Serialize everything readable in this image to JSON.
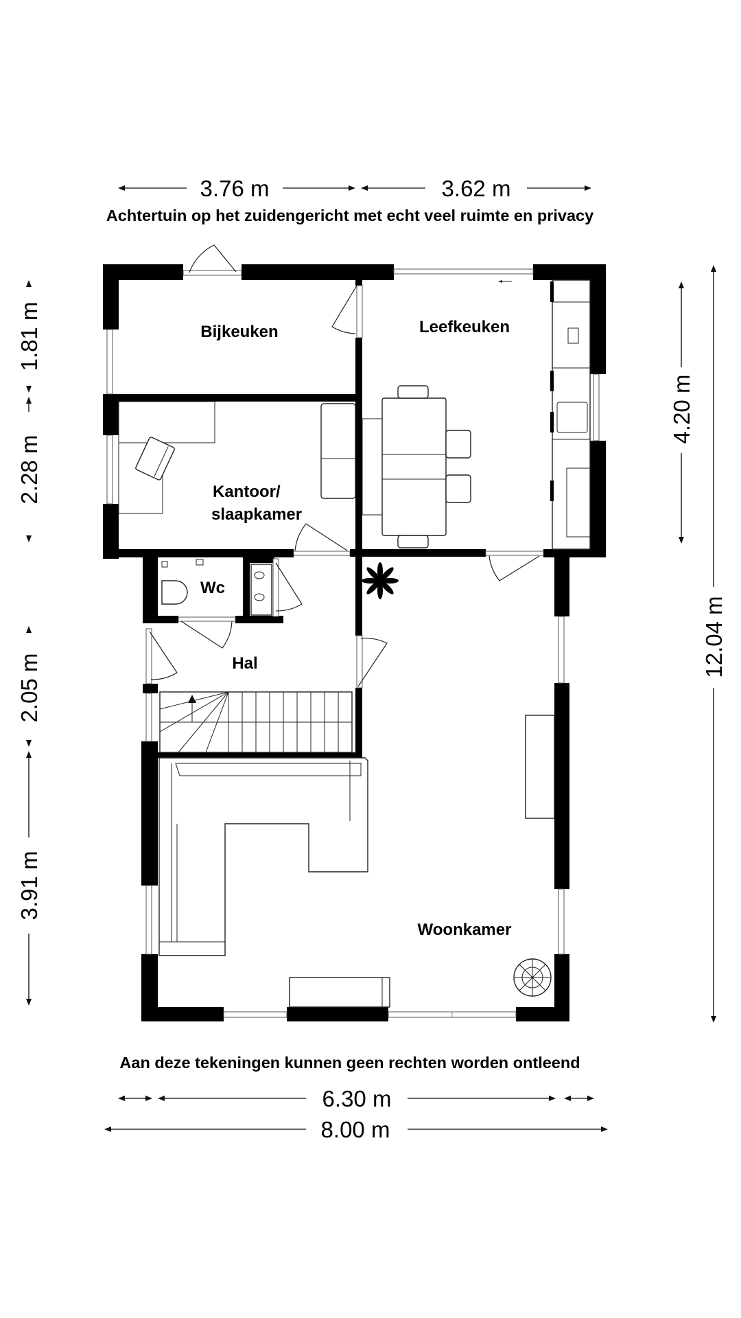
{
  "notes": {
    "top": "Achtertuin op het zuidengericht met echt veel ruimte en privacy",
    "bottom": "Aan deze tekeningen kunnen geen rechten worden ontleend"
  },
  "rooms": {
    "bijkeuken": "Bijkeuken",
    "leefkeuken": "Leefkeuken",
    "kantoor_line1": "Kantoor/",
    "kantoor_line2": "slaapkamer",
    "wc": "Wc",
    "hal": "Hal",
    "woonkamer": "Woonkamer"
  },
  "dimensions": {
    "top_left": "3.76 m",
    "top_right": "3.62 m",
    "left_1": "1.81 m",
    "left_2": "2.28 m",
    "left_3": "2.05 m",
    "left_4": "3.91 m",
    "right_kitchen": "4.20 m",
    "right_total": "12.04 m",
    "bottom_inner": "6.30 m",
    "bottom_total": "8.00 m"
  },
  "colors": {
    "wall": "#000000",
    "background": "#ffffff",
    "line": "#333333"
  }
}
